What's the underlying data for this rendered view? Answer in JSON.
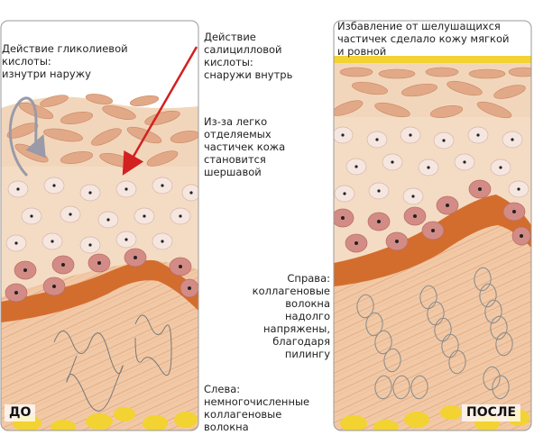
{
  "labels": {
    "glycolic": "Действие гликолиевой\nкислоты:\nизнутри наружу",
    "salicylic": "Действие\nсалицилловой\nкислоты:\nснаружи внутрь",
    "rough": "Из-за легко\nотделяемых\nчастичек кожа\nстановится\nшершавой",
    "right_note": "Справа:\nколлагеновые\nволокна\nнадолго\nнапряжены,\nблагодаря\nпилингу",
    "left_note": "Слева:\nнемногочисленные\nколлагеновые\nволокна",
    "after_top": "Избавление от шелушащихся\nчастичек сделало кожу мягкой\nи ровной"
  },
  "badges": {
    "before": "ДО",
    "after": "ПОСЛЕ"
  },
  "colors": {
    "panel_border": "#9a9a9a",
    "dermis": "#f1c9a6",
    "epidermis": "#f4dcc4",
    "flakes": "#e2a988",
    "basal_band": "#d36d2e",
    "cell_light": "#f6e6e0",
    "cell_dark": "#d38b86",
    "fat": "#f2d332",
    "arrow_red": "#d32020",
    "arrow_gray": "#9a9aa8"
  }
}
